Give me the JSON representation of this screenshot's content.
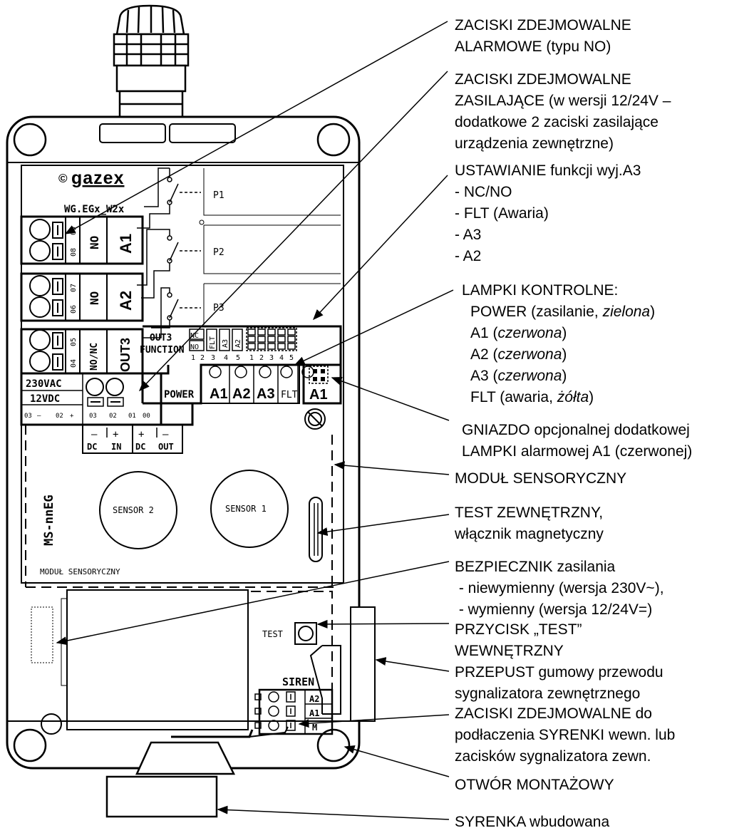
{
  "board": {
    "logo_symbol": "©",
    "logo_text": "gazex",
    "model": "WG.EGx_W2x",
    "relays": [
      "P1",
      "P2",
      "P3"
    ],
    "alarm_terminals": [
      {
        "pins": [
          "09",
          "08"
        ],
        "mode": "NO",
        "name": "A1"
      },
      {
        "pins": [
          "07",
          "06"
        ],
        "mode": "NO",
        "name": "A2"
      },
      {
        "pins": [
          "05",
          "04"
        ],
        "mode": "NO/NC",
        "name": "OUT3"
      }
    ],
    "out3_label": "OUT3",
    "function_label": "FUNCTION",
    "jumper_labels": [
      "NC",
      "NO",
      "FLT",
      "A3",
      "A2"
    ],
    "jumper_numbers": [
      "1",
      "2",
      "3",
      "4",
      "5",
      "1",
      "2",
      "3",
      "4",
      "5"
    ],
    "lamps": [
      "POWER",
      "A1",
      "A2",
      "A3",
      "FLT"
    ],
    "socket_label": "A1",
    "supply_230": "230VAC",
    "supply_12": "12VDC",
    "supply_pins": [
      "03",
      "–",
      "02",
      "+",
      "03",
      "02",
      "01",
      "00"
    ],
    "dc_in_signs": [
      "–",
      "+"
    ],
    "dc_in": [
      "DC",
      "IN"
    ],
    "dc_out_signs": [
      "+",
      "–"
    ],
    "dc_out": [
      "DC",
      "OUT"
    ],
    "sensor1": "SENSOR 1",
    "sensor2": "SENSOR 2",
    "module_code": "MS-nnEG",
    "module_label": "MODUŁ SENSORYCZNY",
    "test_label": "TEST",
    "siren_label": "SIREN",
    "siren_pins": [
      "A2",
      "A1",
      "M"
    ]
  },
  "callouts": [
    {
      "id": "removable-alarm-terminals",
      "lines": [
        "ZACISKI ZDEJMOWALNE",
        "ALARMOWE (typu NO)"
      ]
    },
    {
      "id": "removable-supply-terminals",
      "lines": [
        "ZACISKI ZDEJMOWALNE",
        "ZASILAJĄCE (w wersji 12/24V –",
        "dodatkowe 2 zaciski zasilające",
        "urządzenia zewnętrzne)"
      ]
    },
    {
      "id": "a3-function-setting",
      "lines": [
        "USTAWIANIE funkcji  wyj.A3",
        "- NC/NO",
        "- FLT (Awaria)",
        "- A3",
        "- A2"
      ]
    },
    {
      "id": "indicator-lamps",
      "heading": "LAMPKI KONTROLNE:",
      "items": [
        {
          "name": "POWER",
          "note": "zasilanie, ",
          "emph": "zielona"
        },
        {
          "name": "A1",
          "note": "",
          "emph": "czerwona"
        },
        {
          "name": "A2",
          "note": "",
          "emph": "czerwona"
        },
        {
          "name": "A3",
          "note": "",
          "emph": "czerwona"
        },
        {
          "name": "FLT",
          "note": "awaria, ",
          "emph": "żółta"
        }
      ]
    },
    {
      "id": "optional-lamp-socket",
      "lines": [
        "GNIAZDO opcjonalnej dodatkowej",
        "LAMPKI alarmowej A1 (czerwonej)"
      ]
    },
    {
      "id": "sensor-module",
      "lines": [
        "MODUŁ SENSORYCZNY"
      ]
    },
    {
      "id": "external-test",
      "lines": [
        "TEST ZEWNĘTRZNY,",
        "włącznik magnetyczny"
      ]
    },
    {
      "id": "supply-fuse",
      "lines": [
        "BEZPIECZNIK zasilania",
        " - niewymienny (wersja 230V~),",
        " - wymienny (wersja 12/24V=)"
      ]
    },
    {
      "id": "internal-test-button",
      "lines": [
        "PRZYCISK „TEST”",
        "WEWNĘTRZNY"
      ]
    },
    {
      "id": "rubber-gland",
      "lines": [
        "PRZEPUST gumowy przewodu",
        "sygnalizatora zewnętrznego"
      ]
    },
    {
      "id": "siren-terminals",
      "lines": [
        "ZACISKI ZDEJMOWALNE do",
        "podłaczenia SYRENKI wewn. lub",
        "zacisków sygnalizatora zewn."
      ]
    },
    {
      "id": "mounting-hole",
      "lines": [
        "OTWÓR MONTAŻOWY"
      ]
    },
    {
      "id": "built-in-siren",
      "lines": [
        "SYRENKA wbudowana"
      ]
    }
  ]
}
